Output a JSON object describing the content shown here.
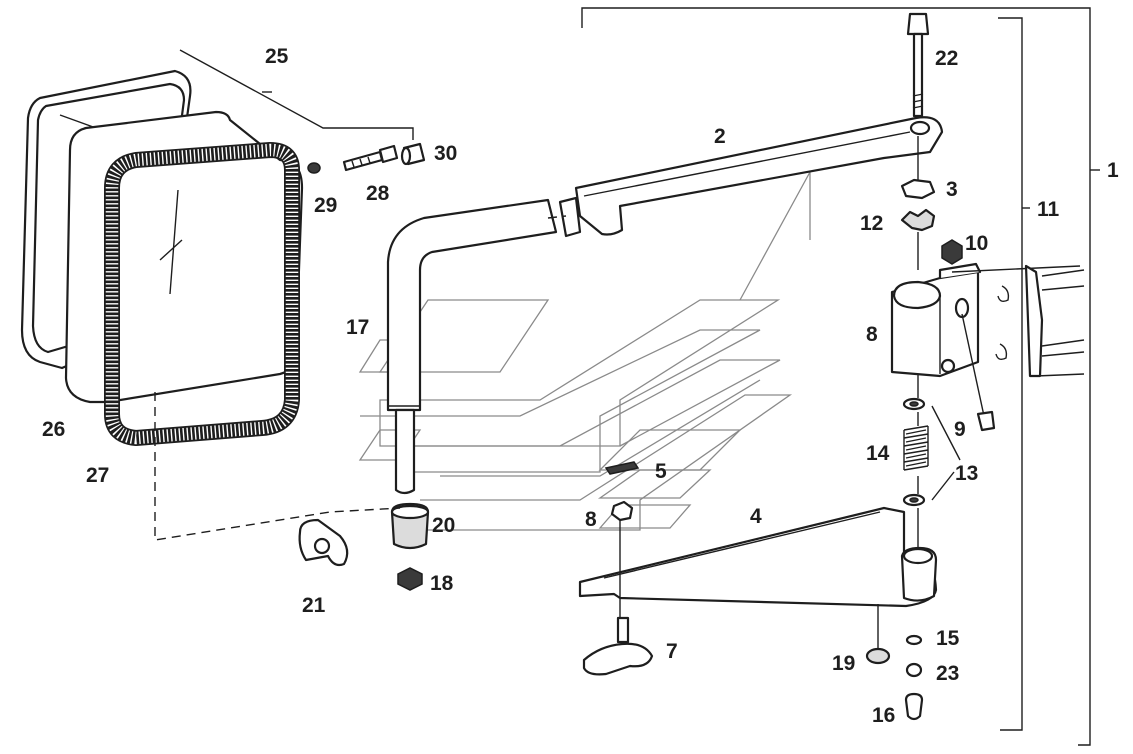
{
  "labels": {
    "p1": "1",
    "p2": "2",
    "p3": "3",
    "p4": "4",
    "p5": "5",
    "p7": "7",
    "p8_upper": "8",
    "p8_lower": "8",
    "p9": "9",
    "p10": "10",
    "p11": "11",
    "p12": "12",
    "p13": "13",
    "p14": "14",
    "p15": "15",
    "p16": "16",
    "p17": "17",
    "p18": "18",
    "p19": "19",
    "p20": "20",
    "p21": "21",
    "p22": "22",
    "p23": "23",
    "p25": "25",
    "p26": "26",
    "p27": "27",
    "p28": "28",
    "p29": "29",
    "p30": "30"
  }
}
